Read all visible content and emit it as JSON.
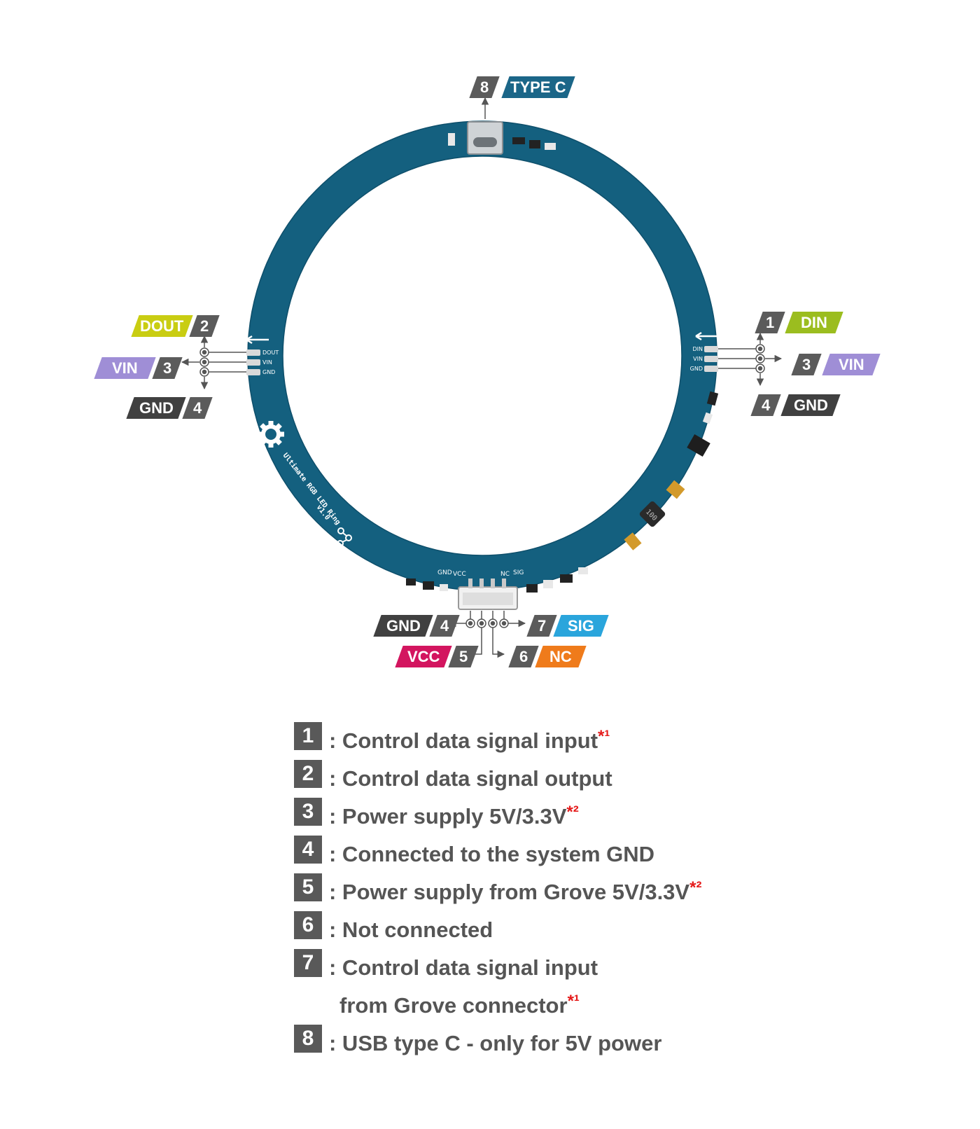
{
  "board": {
    "pads_left": [
      "DOUT",
      "VIN",
      "GND"
    ],
    "pads_right": [
      "DIN",
      "VIN",
      "GND"
    ],
    "connector_pins": [
      "GND",
      "VCC",
      "NC",
      "SIG"
    ],
    "board_name": "Ultimate RGB LED Ring",
    "board_version": "v1.0",
    "inductor_mark": "100"
  },
  "tags": {
    "top": {
      "num": "8",
      "label": "TYPE C"
    },
    "left": [
      {
        "num": "2",
        "label": "DOUT"
      },
      {
        "num": "3",
        "label": "VIN"
      },
      {
        "num": "4",
        "label": "GND"
      }
    ],
    "right": [
      {
        "num": "1",
        "label": "DIN"
      },
      {
        "num": "3",
        "label": "VIN"
      },
      {
        "num": "4",
        "label": "GND"
      }
    ],
    "bottom": [
      {
        "num": "4",
        "label": "GND"
      },
      {
        "num": "7",
        "label": "SIG"
      },
      {
        "num": "5",
        "label": "VCC"
      },
      {
        "num": "6",
        "label": "NC"
      }
    ]
  },
  "legend": [
    {
      "num": "1",
      "text": ": Control data signal input",
      "note": "*¹"
    },
    {
      "num": "2",
      "text": ": Control data signal output",
      "note": ""
    },
    {
      "num": "3",
      "text": ": Power supply 5V/3.3V",
      "note": "*²"
    },
    {
      "num": "4",
      "text": ": Connected to the system GND",
      "note": ""
    },
    {
      "num": "5",
      "text": ": Power supply from Grove 5V/3.3V",
      "note": "*²"
    },
    {
      "num": "6",
      "text": ": Not connected",
      "note": ""
    },
    {
      "num": "7",
      "text": ": Control data signal input",
      "note": ""
    },
    {
      "num": "",
      "text": "from Grove connector",
      "note": "*¹"
    },
    {
      "num": "8",
      "text": ": USB type C - only for 5V power",
      "note": ""
    }
  ],
  "colors": {
    "board": "#14607f",
    "board_dark": "#0e4f6b",
    "num_tag": "#5b5b5b",
    "type_c": "#1b6688",
    "din": "#9bbd1f",
    "dout": "#c9cd12",
    "vin": "#9f8ed6",
    "gnd": "#404040",
    "sig": "#2aa5dc",
    "vcc": "#d3155f",
    "nc": "#ef7b1b",
    "footnote": "#e51b1b"
  }
}
